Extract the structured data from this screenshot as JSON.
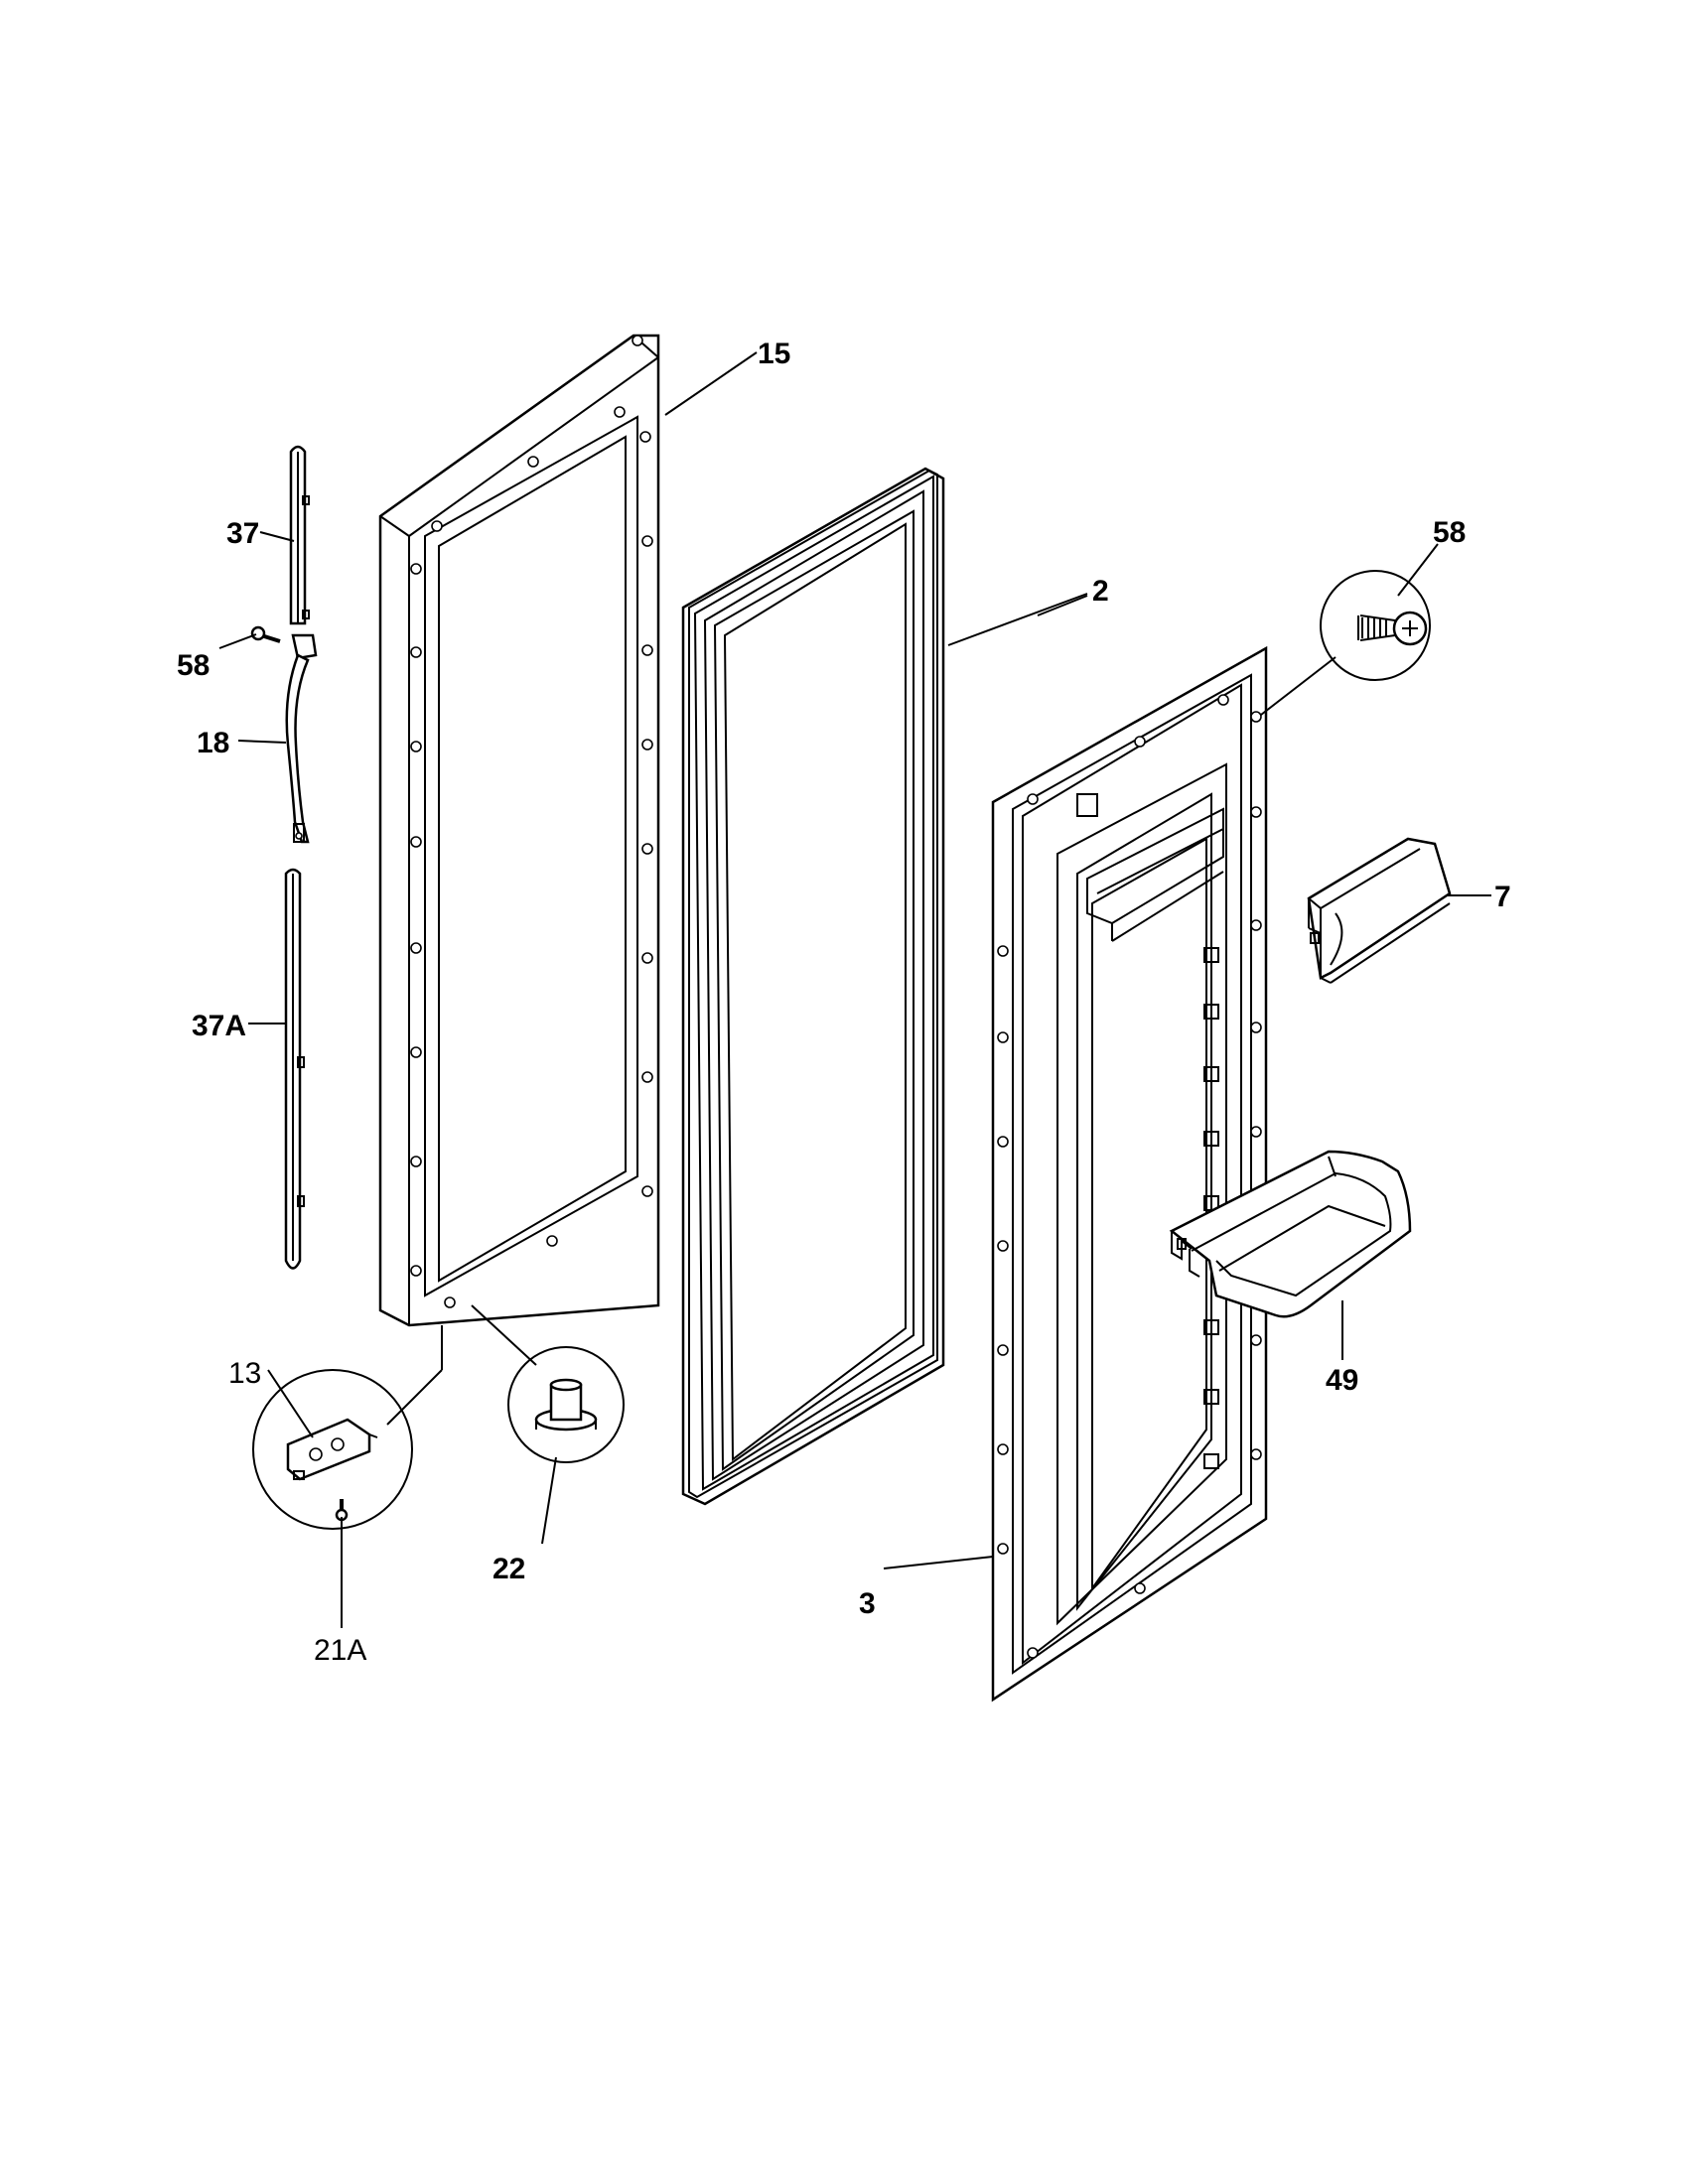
{
  "diagram": {
    "callouts": [
      {
        "id": "c15",
        "text": "15"
      },
      {
        "id": "c58a",
        "text": "58"
      },
      {
        "id": "c2",
        "text": "2"
      },
      {
        "id": "c37",
        "text": "37"
      },
      {
        "id": "c58b",
        "text": "58"
      },
      {
        "id": "c18",
        "text": "18"
      },
      {
        "id": "c7",
        "text": "7"
      },
      {
        "id": "c37a",
        "text": "37A"
      },
      {
        "id": "c49",
        "text": "49"
      },
      {
        "id": "c13",
        "text": "13"
      },
      {
        "id": "c22",
        "text": "22"
      },
      {
        "id": "c3",
        "text": "3"
      },
      {
        "id": "c21a",
        "text": "21A"
      }
    ]
  }
}
